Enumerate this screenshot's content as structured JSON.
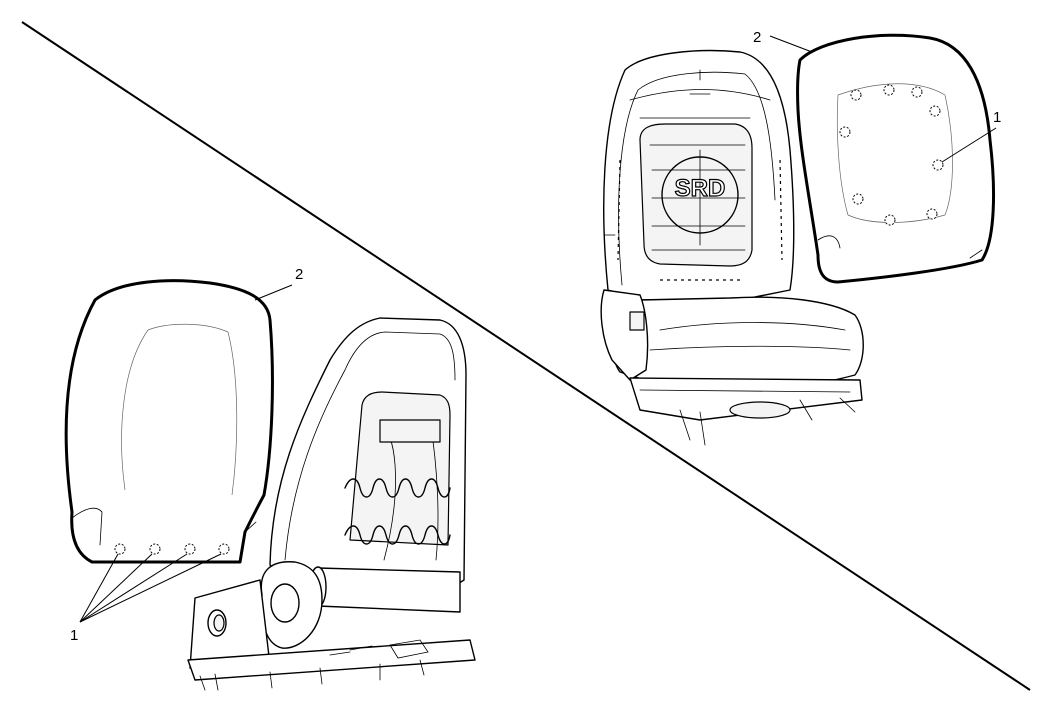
{
  "callouts": {
    "left_panel": {
      "retainer_label": "1",
      "cover_label": "2"
    },
    "right_panel": {
      "retainer_label": "1",
      "cover_label": "2"
    }
  },
  "airbag_label": "SRD"
}
